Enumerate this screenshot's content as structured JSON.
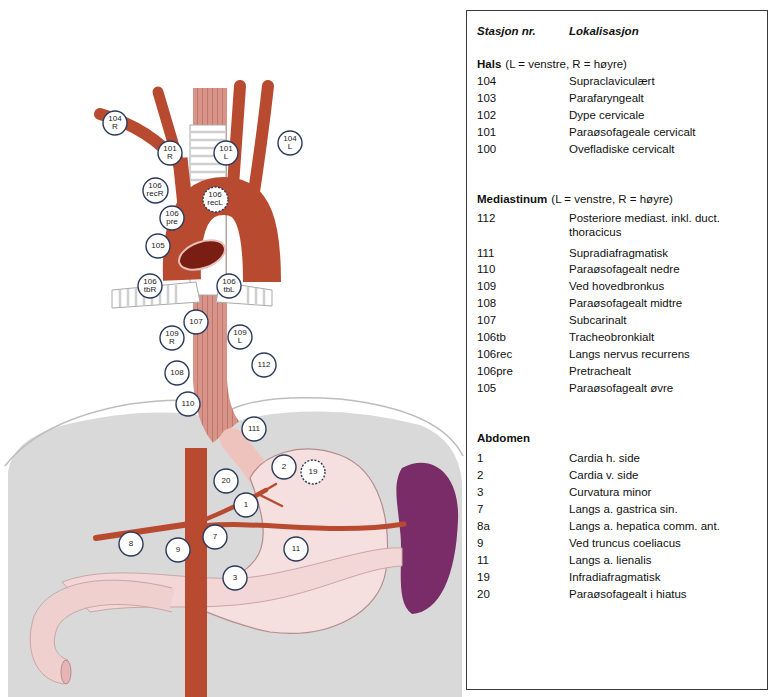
{
  "diagram": {
    "nodes": [
      {
        "text": [
          "104 R"
        ]
      },
      {
        "text": [
          "101 R"
        ]
      },
      {
        "text": [
          "101 L"
        ]
      },
      {
        "text": [
          "104 L"
        ]
      },
      {
        "text": [
          "106 recR"
        ]
      },
      {
        "text": [
          "106 recL"
        ]
      },
      {
        "text": [
          "106 pre"
        ]
      },
      {
        "text": [
          "105"
        ]
      },
      {
        "text": [
          "106 tbR"
        ]
      },
      {
        "text": [
          "106 tbL"
        ]
      },
      {
        "text": [
          "107"
        ]
      },
      {
        "text": [
          "109 R"
        ]
      },
      {
        "text": [
          "109 L"
        ]
      },
      {
        "text": [
          "112"
        ]
      },
      {
        "text": [
          "108"
        ]
      },
      {
        "text": [
          "110"
        ]
      },
      {
        "text": [
          "111"
        ]
      },
      {
        "text": [
          "20"
        ]
      },
      {
        "text": [
          "2"
        ]
      },
      {
        "text": [
          "1"
        ]
      },
      {
        "text": [
          "19"
        ]
      },
      {
        "text": [
          "8"
        ]
      },
      {
        "text": [
          "9"
        ]
      },
      {
        "text": [
          "7"
        ]
      },
      {
        "text": [
          "11"
        ]
      },
      {
        "text": [
          "3"
        ]
      },
      {
        "text": [
          "Stasjon nr.",
          "Lokalisasjon",
          "Hals",
          "(L = venstre, R = høyre)",
          "104",
          "Supraclaviculært",
          "103",
          "Parafaryngealt",
          "102",
          "Dype cervicale",
          "101",
          "Paraøsofageale cervicalt",
          "100",
          "Ovefladiske cervicalt",
          "Mediastinum",
          "(L = venstre, R = høyre)",
          "112",
          "Posteriore mediast. inkl. duct. thoracicus",
          "111",
          "Supradiafragmatisk",
          "110",
          "Paraøsofagealt nedre",
          "109",
          "Ved hovedbronkus",
          "108",
          "Paraøsofagealt midtre",
          "107",
          "Subcarinalt",
          "106tb",
          "Tracheobronkialt",
          "106rec",
          "Langs nervus recurrens",
          "106pre",
          "Pretrachealt",
          "105",
          "Paraøsofagealt øvre",
          "Abdomen",
          "1",
          "Cardia h. side",
          "2",
          "Cardia v. side",
          "3",
          "Curvatura minor",
          "7",
          "Langs a. gastrica sin.",
          "8a",
          "Langs a. hepatica comm. ant.",
          "9",
          "Ved truncus coeliacus",
          "11",
          "Langs a. lienalis",
          "19",
          "Infradiafragmatisk",
          "20",
          "Paraøsofagealt i hiatus"
        ]
      }
    ]
  }
}
